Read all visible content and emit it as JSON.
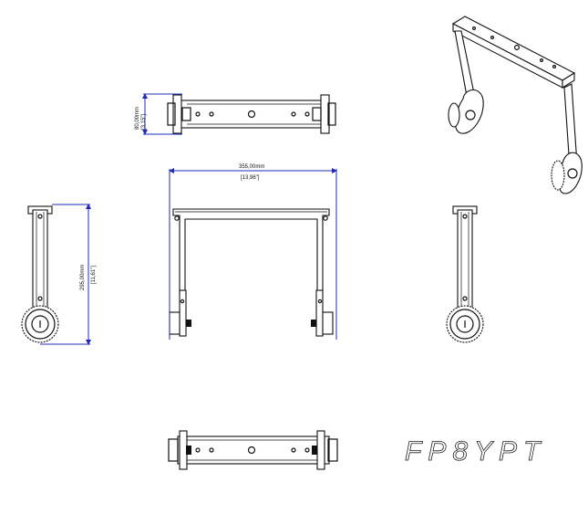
{
  "drawing": {
    "model_name": "FP8YPT",
    "dimensions": {
      "width_mm": "355,00mm",
      "width_in": "[13,96\"]",
      "height_mm": "295,00mm",
      "height_in": "[11,61\"]",
      "depth_mm": "80,00mm",
      "depth_in": "[3,15\"]"
    },
    "colors": {
      "dimension_line": "#1f2bb8",
      "line": "#111111",
      "background": "#ffffff"
    }
  }
}
